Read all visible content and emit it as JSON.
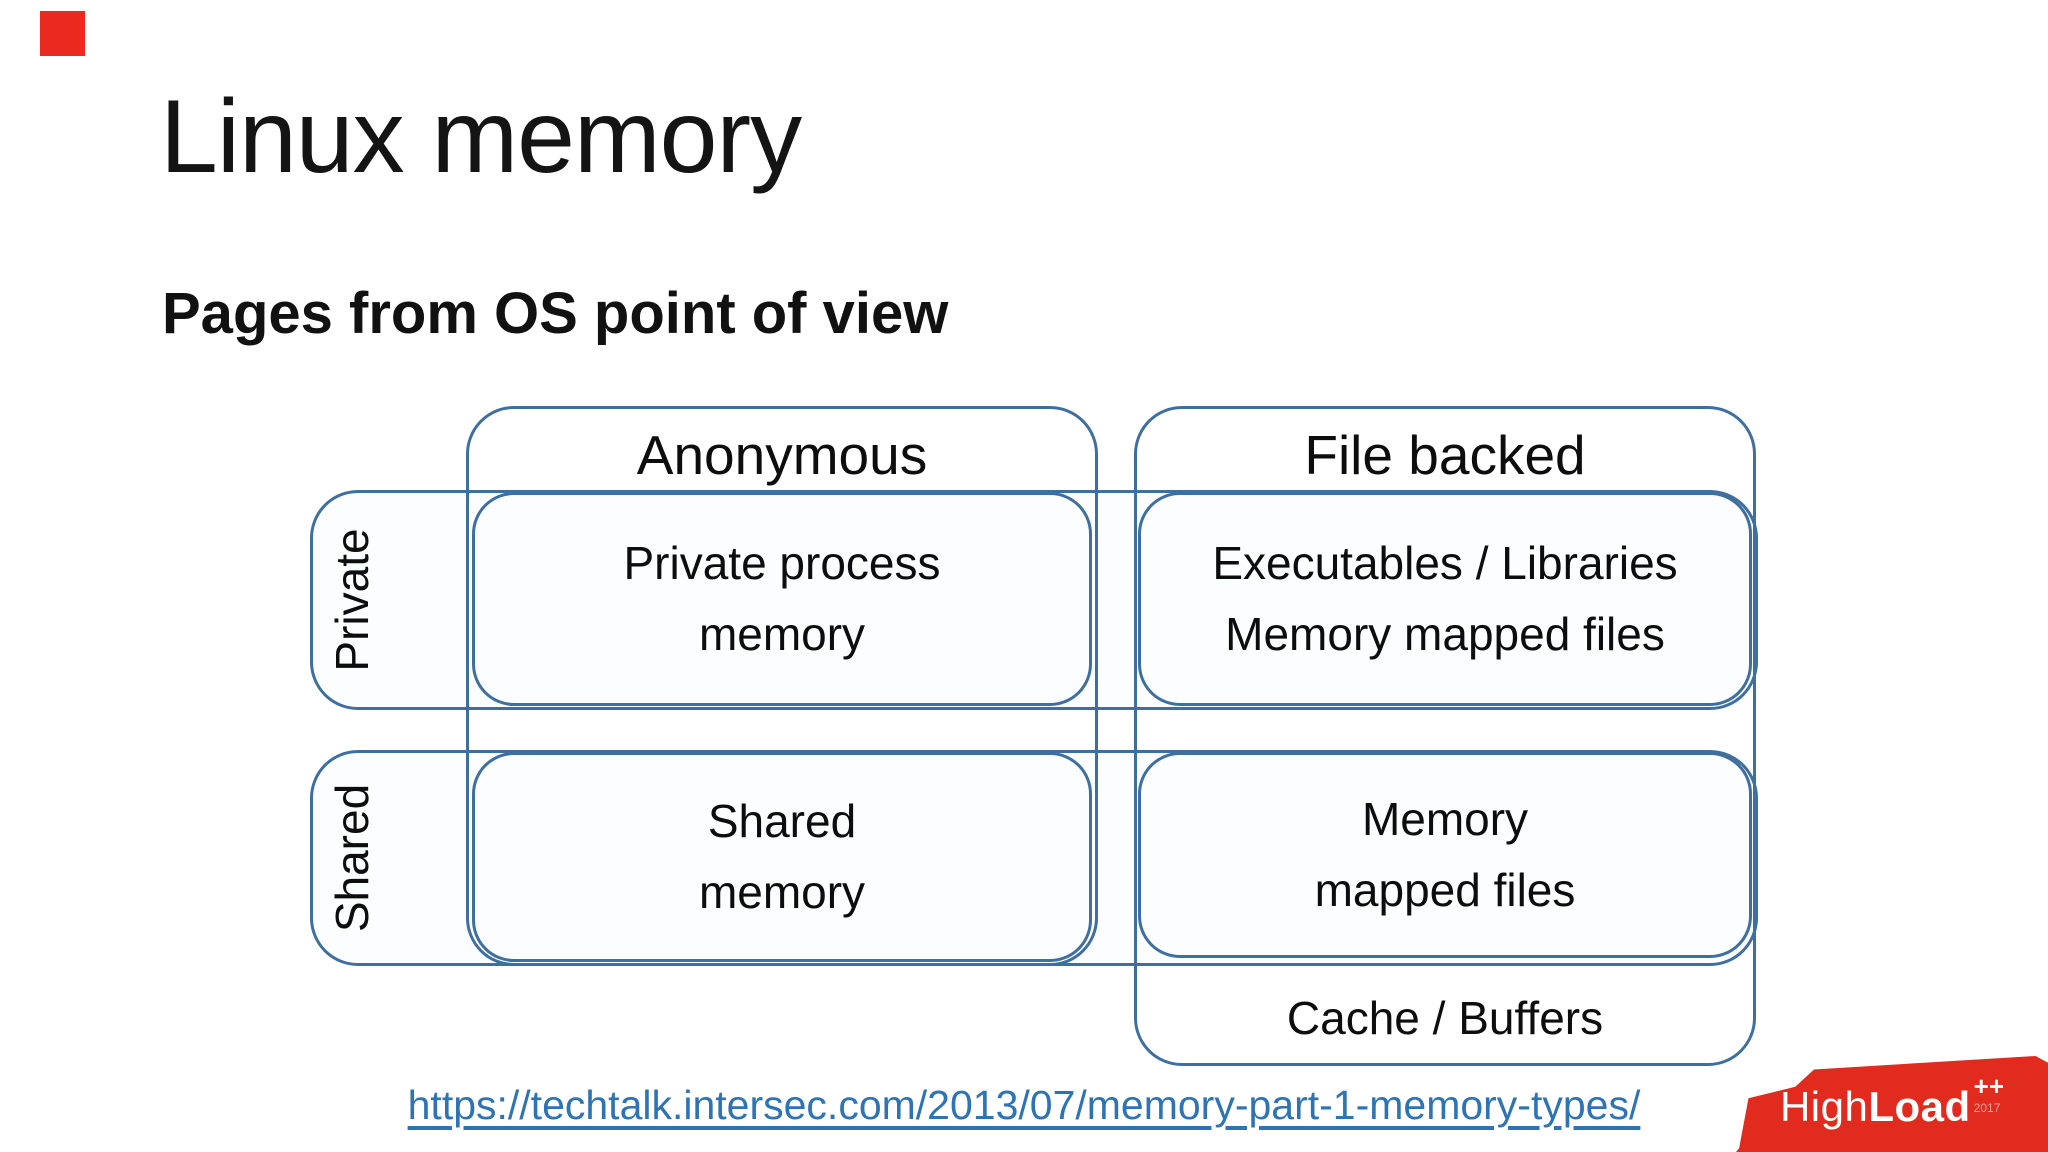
{
  "theme": {
    "line_color": "#3f6f9f",
    "box_fill": "#fcfdfe",
    "link_color": "#2e74b5",
    "logo_red": "#e02b1e",
    "marker_red": "#ea2a1f",
    "text_color": "#161616"
  },
  "slide": {
    "title": "Linux memory",
    "subtitle": "Pages from OS point of view"
  },
  "diagram": {
    "column_headers": {
      "anonymous": "Anonymous",
      "file_backed": "File backed"
    },
    "row_labels": {
      "private": "Private",
      "shared": "Shared"
    },
    "cells": {
      "anonymous_private": {
        "line1": "Private process",
        "line2": "memory"
      },
      "file_backed_private": {
        "line1": "Executables / Libraries",
        "line2": "Memory mapped files"
      },
      "anonymous_shared": {
        "line1": "Shared",
        "line2": "memory"
      },
      "file_backed_shared": {
        "line1": "Memory",
        "line2": "mapped files"
      },
      "file_backed_extra": "Cache / Buffers"
    }
  },
  "footer": {
    "link": "https://techtalk.intersec.com/2013/07/memory-part-1-memory-types/"
  },
  "logo": {
    "brand_light": "High",
    "brand_bold": "Load",
    "suffix": "++",
    "year": "2017"
  }
}
